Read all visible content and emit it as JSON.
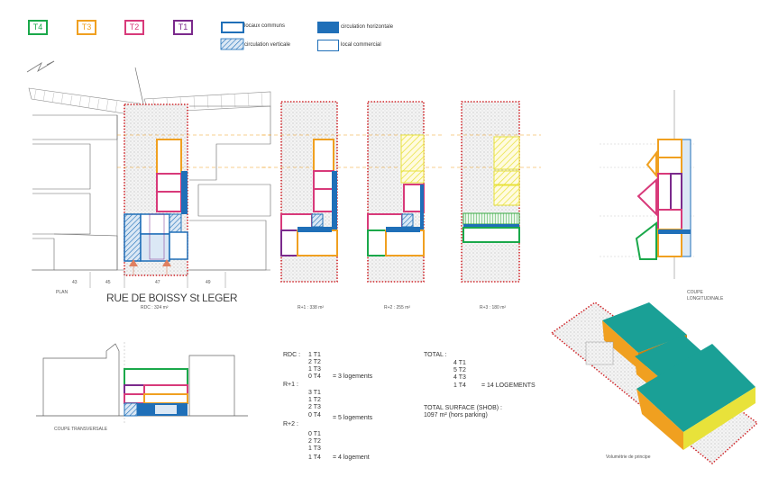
{
  "legend": {
    "types": [
      {
        "label": "T4",
        "color": "#1aa84a"
      },
      {
        "label": "T3",
        "color": "#f0a020"
      },
      {
        "label": "T2",
        "color": "#d83a7a"
      },
      {
        "label": "T1",
        "color": "#7b2a8c"
      }
    ],
    "items": [
      {
        "label": "locaux communs",
        "style": "outline"
      },
      {
        "label": "circulation horizontale",
        "style": "solid"
      },
      {
        "label": "circulation verticale",
        "style": "hatch"
      },
      {
        "label": "local commercial",
        "style": "outline-thin"
      }
    ],
    "colors": {
      "blue": "#1f6fb8",
      "red_dots": "#d0262a",
      "grey_stipple": "#9a9a9a",
      "yellow_hatch": "#e8e23a",
      "green_hatch": "#3aa845"
    }
  },
  "plan": {
    "label": "PLAN",
    "street": "RUE DE BOISSY St LEGER",
    "surface": "RDC : 324 m²",
    "numbers": [
      "43",
      "45",
      "47",
      "49"
    ]
  },
  "floors": [
    {
      "caption": "R+1 : 338 m²"
    },
    {
      "caption": "R+2 : 255 m²"
    },
    {
      "caption": "R+3 : 180 m²"
    }
  ],
  "sections": {
    "longitudinal": [
      "COUPE",
      "LONGITUDINALE"
    ],
    "transversal": "COUPE TRANSVERSALE",
    "volume": "Volumétrie de principe"
  },
  "summary": {
    "rdc": {
      "label": "RDC :",
      "lines": [
        "1 T1",
        "2 T2",
        "1 T3",
        "0 T4"
      ],
      "total": "= 3 logements"
    },
    "r1": {
      "label": "R+1 :",
      "lines": [
        "3 T1",
        "1 T2",
        "2 T3",
        "0 T4"
      ],
      "total": "= 5 logements"
    },
    "r2": {
      "label": "R+2 :",
      "lines": [
        "0 T1",
        "2 T2",
        "1 T3",
        "1 T4"
      ],
      "total": "= 4 logement"
    },
    "total": {
      "label": "TOTAL :",
      "lines": [
        "4 T1",
        "5 T2",
        "4 T3",
        "1 T4"
      ],
      "total": "= 14 LOGEMENTS"
    },
    "surface": {
      "label": "TOTAL SURFACE (SHOB) :",
      "value": "1097 m² (hors parking)"
    }
  }
}
